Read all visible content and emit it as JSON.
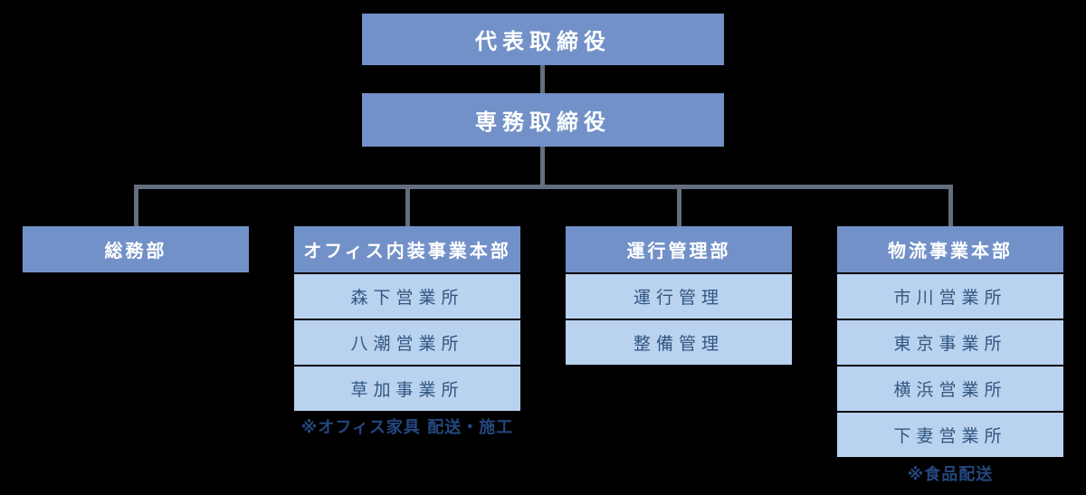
{
  "org_chart": {
    "top_nodes": [
      {
        "label": "代表取締役"
      },
      {
        "label": "専務取締役"
      }
    ],
    "columns": [
      {
        "header": "総務部",
        "children": []
      },
      {
        "header": "オフィス内装事業本部",
        "children": [
          "森下営業所",
          "八潮営業所",
          "草加事業所"
        ],
        "note": "※オフィス家具 配送・施工"
      },
      {
        "header": "運行管理部",
        "children": [
          "運行管理",
          "整備管理"
        ]
      },
      {
        "header": "物流事業本部",
        "children": [
          "市川営業所",
          "東京事業所",
          "横浜営業所",
          "下妻営業所"
        ],
        "note": "※食品配送"
      }
    ]
  },
  "colors": {
    "bg": "#000000",
    "node-fill": "#7291C9",
    "node-text": "#FFFFFF",
    "child-fill": "#B9D2F0",
    "child-text": "#33567F",
    "note-text": "#24477E",
    "connector": "#646E7E"
  }
}
